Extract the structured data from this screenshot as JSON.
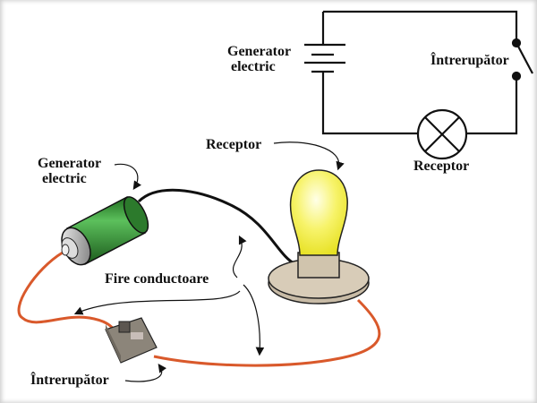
{
  "schematic": {
    "generator_label_line1": "Generator",
    "generator_label_line2": "electric",
    "switch_label": "Întrerupător",
    "receptor_label": "Receptor"
  },
  "illustration": {
    "generator_label_line1": "Generator",
    "generator_label_line2": "electric",
    "receptor_label": "Receptor",
    "wires_label": "Fire conductoare",
    "switch_label": "Întrerupător"
  },
  "colors": {
    "wire_black": "#111111",
    "wire_copper": "#d9592b",
    "battery_green": "#2e8b2e",
    "bulb_yellow": "#f5f03a",
    "lamp_base": "#d8ccb8",
    "switch_body": "#8c857a"
  }
}
